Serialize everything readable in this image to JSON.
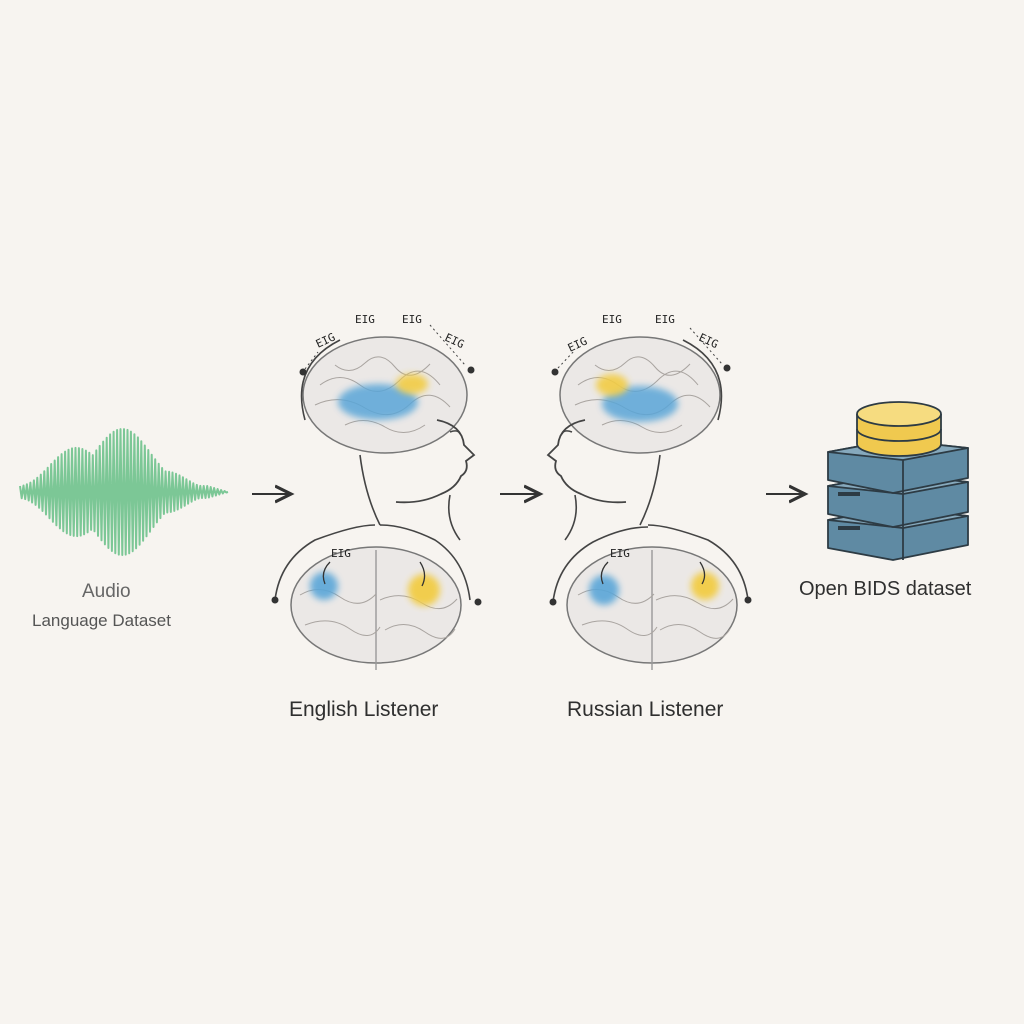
{
  "audio": {
    "title": "Audio",
    "subtitle": "Language Dataset"
  },
  "listeners": [
    {
      "label": "English Listener",
      "electrode_tags": [
        "EIG",
        "EIG",
        "EIG",
        "EIG",
        "EIG"
      ]
    },
    {
      "label": "Russian Listener",
      "electrode_tags": [
        "EIG",
        "EIG",
        "EIG",
        "EIG",
        "EIG"
      ]
    }
  ],
  "dataset": {
    "label": "Open BIDS dataset"
  },
  "colors": {
    "waveform": "#7cc796",
    "activation_blue": "#5aa6d8",
    "activation_yellow": "#f2cc45",
    "server": "#5f8aa3",
    "disk": "#f0c94f",
    "line": "#333333"
  }
}
